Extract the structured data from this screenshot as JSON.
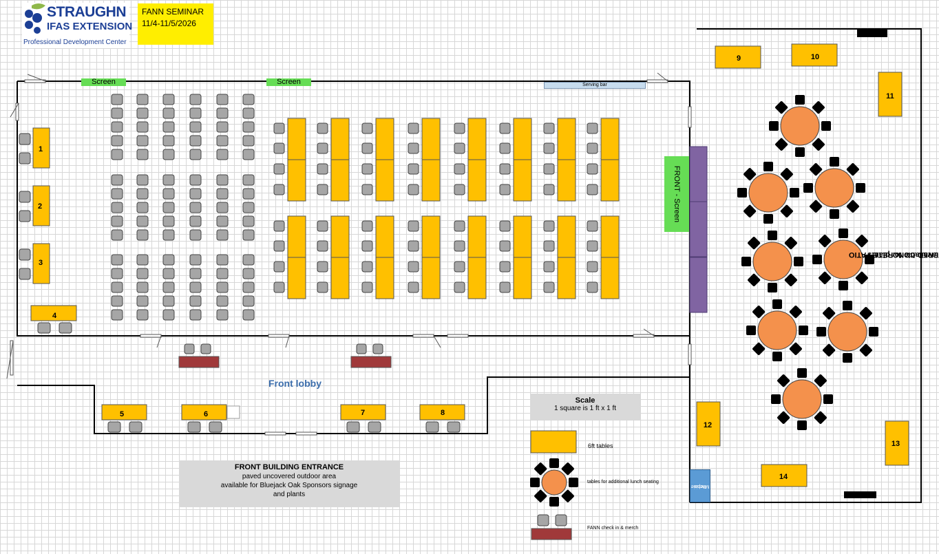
{
  "logo": {
    "line1": "STRAUGHN",
    "line2": "IFAS EXTENSION",
    "line3": "Professional Development Center"
  },
  "seminar": {
    "title": "FANN SEMINAR",
    "dates": "11/4-11/5/2026"
  },
  "screens": {
    "left": "Screen",
    "right": "Screen",
    "front": "FRONT - Screen"
  },
  "serving_bar": "Serving bar",
  "lobby_label": "Front lobby",
  "patio": {
    "line1": "COVERED CONCRETE PATIO",
    "line2": "available for plants"
  },
  "scale": {
    "title": "Scale",
    "text": "1 square is 1 ft x 1 ft"
  },
  "entrance": {
    "title": "FRONT BUILDING ENTRANCE",
    "line1": "paved uncovered outdoor area",
    "line2": "available for Bluejack Oak Sponsors signage",
    "line3": "and plants"
  },
  "legend": {
    "six_ft": "6ft tables",
    "round": "tables for additional lunch seating",
    "checkin": "FANN check in & merch"
  },
  "pepsi": {
    "line1": "Pepsi",
    "line2": "Machine"
  },
  "vendor_numbers": [
    "1",
    "2",
    "3",
    "4",
    "5",
    "6",
    "7",
    "8",
    "9",
    "10",
    "11",
    "12",
    "13",
    "14"
  ],
  "colors": {
    "table": "#ffc000",
    "round_table": "#f4914c",
    "chair": "#a6a6a6",
    "checkin": "#a0393a",
    "tv": "#8064a2",
    "green": "#66dd55"
  }
}
